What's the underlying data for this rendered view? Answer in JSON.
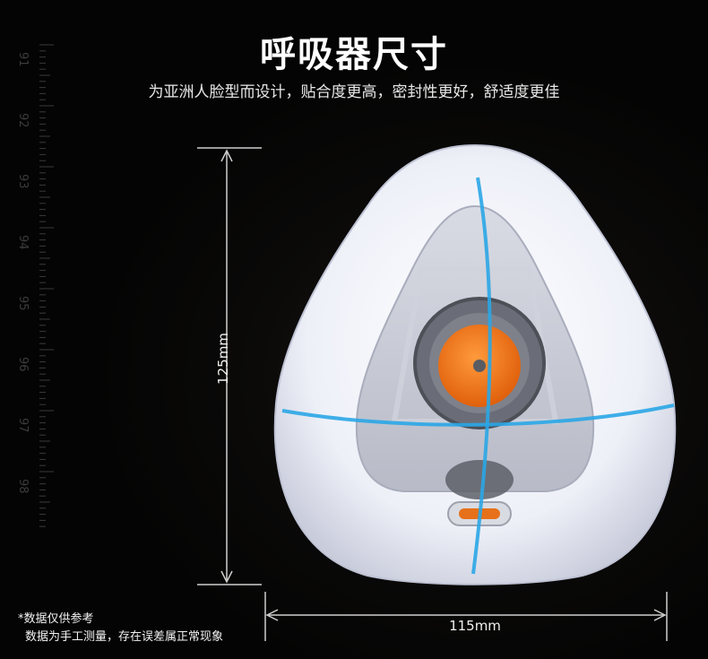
{
  "header": {
    "title": "呼吸器尺寸",
    "subtitle": "为亚洲人脸型而设计，贴合度更高，密封性更好，舒适度更佳"
  },
  "ruler": {
    "labels": [
      "91",
      "92",
      "93",
      "94",
      "95",
      "96",
      "97",
      "98"
    ]
  },
  "dimensions": {
    "height_label": "125mm",
    "width_label": "115mm"
  },
  "note": {
    "line1": "*数据仅供参考",
    "line2": "数据为手工测量，存在误差属正常现象"
  },
  "colors": {
    "accent_line": "#2aa6e6",
    "filter_orange": "#f07a18",
    "dimension_line": "#cfcfcf"
  }
}
